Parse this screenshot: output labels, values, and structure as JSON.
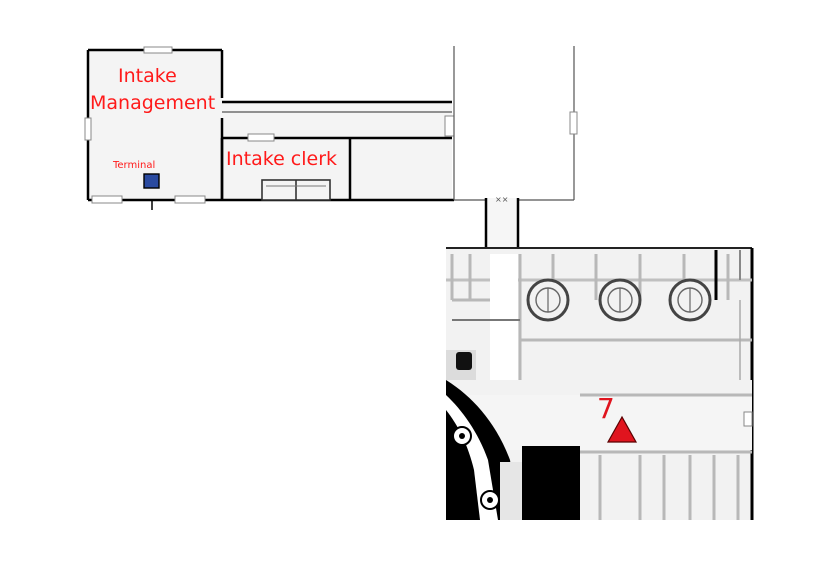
{
  "rooms": {
    "intake_management": {
      "line1": "Intake",
      "line2": "Management"
    },
    "intake_clerk": {
      "label": "Intake clerk"
    }
  },
  "terminal": {
    "label": "Terminal",
    "color": "#2a4aa0"
  },
  "location_marker": {
    "label": "7",
    "color": "#e0141e",
    "shape": "triangle"
  },
  "colors": {
    "labels": "#ff1a1a",
    "walls": "#000000",
    "floor": "#f4f4f4"
  }
}
